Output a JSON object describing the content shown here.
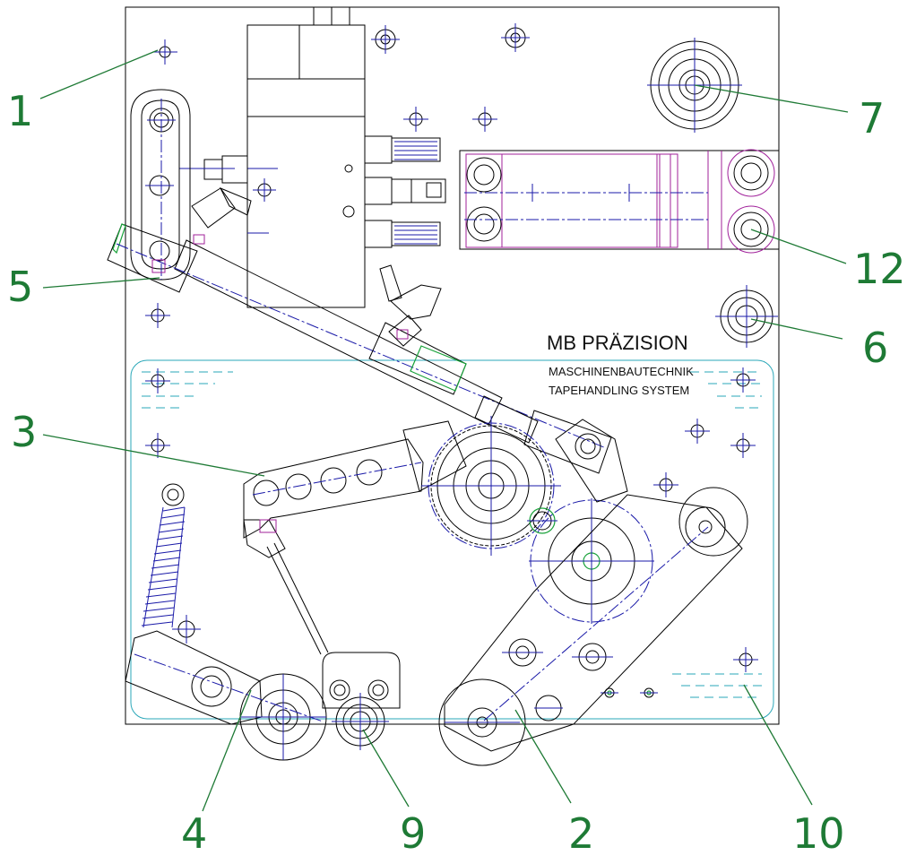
{
  "plate": {
    "brand": "MB PRÄZISION",
    "line1": "MASCHINENBAUTECHNIK",
    "line2": "TAPEHANDLING SYSTEM"
  },
  "callouts": [
    {
      "id": "c1",
      "label": "1"
    },
    {
      "id": "c5",
      "label": "5"
    },
    {
      "id": "c3",
      "label": "3"
    },
    {
      "id": "c4",
      "label": "4"
    },
    {
      "id": "c9",
      "label": "9"
    },
    {
      "id": "c2",
      "label": "2"
    },
    {
      "id": "c10",
      "label": "10"
    },
    {
      "id": "c6",
      "label": "6"
    },
    {
      "id": "c12",
      "label": "12"
    },
    {
      "id": "c7",
      "label": "7"
    }
  ],
  "colors": {
    "callout": "#1e7a35",
    "outline": "#000000",
    "centerline": "#1a1aa8",
    "cover": "#2aa7b8",
    "accent_magenta": "#a0209a",
    "accent_green": "#19a23a"
  }
}
